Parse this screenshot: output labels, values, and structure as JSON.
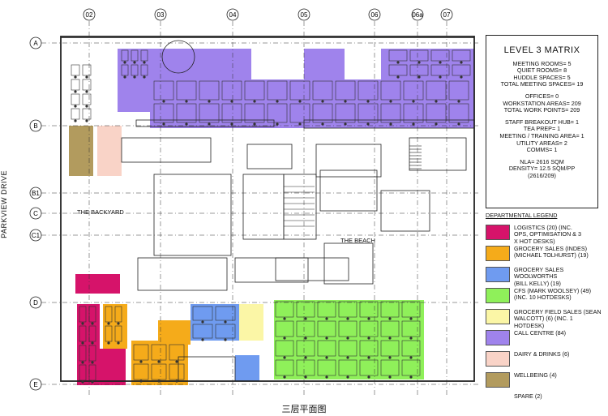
{
  "plan": {
    "grid_columns": [
      "02",
      "03",
      "04",
      "05",
      "06",
      "06a",
      "07"
    ],
    "grid_rows": [
      "A",
      "B",
      "B1",
      "C",
      "C1",
      "D",
      "E"
    ],
    "street_label": "PARKVIEW DRIVE",
    "area_backyard": "THE BACKYARD",
    "area_beach": "THE BEACH",
    "caption": "三层平面图"
  },
  "matrix": {
    "title": "LEVEL 3 MATRIX",
    "groups": [
      [
        "MEETING ROOMS= 5",
        "QUIET ROOMS= 8",
        "HUDDLE SPACES= 5",
        "TOTAL MEETING SPACES= 19"
      ],
      [
        "OFFICES= 0",
        "WORKSTATION AREAS= 209",
        "TOTAL WORK POINTS= 209"
      ],
      [
        "STAFF BREAKOUT HUB= 1",
        "TEA PREP= 1",
        "MEETING / TRAINING AREA= 1",
        "UTILITY AREAS= 2",
        "COMMS= 1"
      ],
      [
        "NLA= 2616 SQM",
        "DENSITY= 12.5 SQM/PP",
        "(2616/209)"
      ]
    ]
  },
  "legend": {
    "title": "DEPARTMENTAL LEGEND",
    "items": [
      {
        "color": "#d6136a",
        "lines": [
          "LOGISTICS (20) (INC.",
          "OPS, OPTIMISATION & 3",
          "X HOT DESKS)"
        ]
      },
      {
        "color": "#f5ab1a",
        "lines": [
          "GROCERY SALES (INDES)",
          "(MICHAEL TOLHURST) (19)"
        ]
      },
      {
        "color": "#6f9bf0",
        "lines": [
          "GROCERY SALES WOOLWORTHS",
          "(BILL KELLY) (19)"
        ]
      },
      {
        "color": "#8ff05a",
        "lines": [
          "CFS (MARK WOOLSEY) (49)",
          "(INC. 10 HOTDESKS)"
        ]
      },
      {
        "color": "#fbf6a6",
        "lines": [
          "GROCERY FIELD SALES (SEAN",
          "WALCOTT) (6) (INC. 1 HOTDESK)"
        ]
      },
      {
        "color": "#9f83ec",
        "lines": [
          "CALL CENTRE (84)"
        ]
      },
      {
        "color": "#f9d3c7",
        "lines": [
          "DAIRY & DRINKS (6)"
        ]
      },
      {
        "color": "#b29b5e",
        "lines": [
          "WELLBEING (4)"
        ]
      },
      {
        "color": "#ffffff",
        "lines": [
          "SPARE (2)"
        ]
      }
    ]
  }
}
